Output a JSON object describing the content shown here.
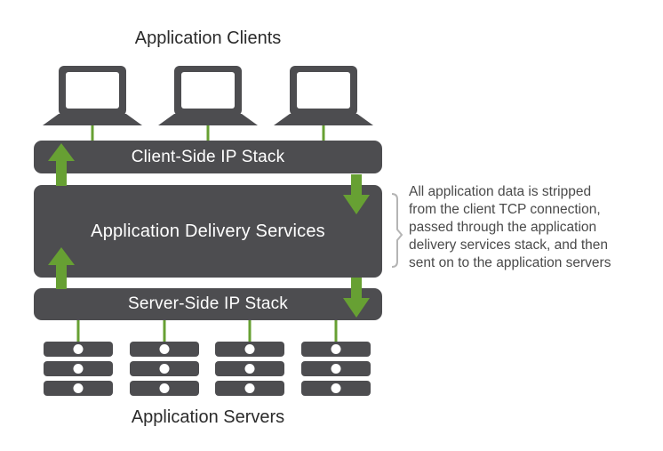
{
  "diagram": {
    "top_label": "Application Clients",
    "bottom_label": "Application Servers",
    "client_stack_label": "Client-Side IP Stack",
    "delivery_services_label": "Application Delivery Services",
    "server_stack_label": "Server-Side IP Stack",
    "annotation": [
      "All application data is stripped",
      "from the client TCP connection,",
      "passed through the application",
      "delivery services stack, and then",
      "sent on to the application servers"
    ],
    "client_count": 3,
    "server_count": 4,
    "server_units_per_rack": 3,
    "colors": {
      "box": "#4d4d50",
      "accent": "#67a033",
      "text_on_box": "#ffffff",
      "bracket": "#b5b5b5"
    }
  }
}
